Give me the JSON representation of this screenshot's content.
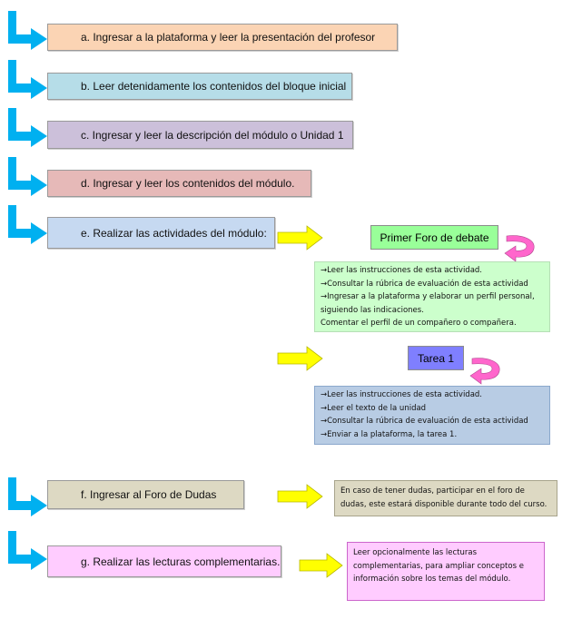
{
  "steps": {
    "a": {
      "label": "a.  Ingresar a la plataforma  y leer la presentación del profesor",
      "color": "#fbd4b4"
    },
    "b": {
      "label": "b.  Leer detenidamente los contenidos del bloque inicial",
      "color": "#b6dde8"
    },
    "c": {
      "label": "c.  Ingresar y leer la descripción del módulo o  Unidad 1",
      "color": "#ccc0da"
    },
    "d": {
      "label": "d.  Ingresar y leer los contenidos del módulo.",
      "color": "#e6b9b8"
    },
    "e": {
      "label": "e.  Realizar las actividades del módulo:",
      "color": "#c6d9f1"
    },
    "f": {
      "label": "f.   Ingresar al Foro de Dudas",
      "color": "#ddd9c3"
    },
    "g": {
      "label": "g.  Realizar las lecturas complementarias.",
      "color": "#ffccff"
    }
  },
  "foro": {
    "title": "Primer Foro de debate",
    "title_color": "#99ff99",
    "lines": [
      "→Leer las instrucciones  de esta actividad.",
      "→Consultar  la rúbrica de evaluación  de esta actividad",
      "→Ingresar a la plataforma  y elaborar  un perfil personal,",
      "siguiendo las indicaciones.",
      "Comentar el perfil de un compañero o compañera."
    ],
    "box_color": "#ccffcc"
  },
  "tarea": {
    "title": "Tarea 1",
    "title_color": "#7f7fff",
    "lines": [
      "→Leer las instrucciones  de esta actividad.",
      "→Leer el texto de la unidad",
      "→Consultar  la rúbrica de evaluación  de esta actividad",
      "→Enviar a la plataforma,  la tarea 1."
    ],
    "box_color": "#b8cce4"
  },
  "dudas": {
    "lines": [
      "En caso de tener dudas,  participar  en el foro de",
      "dudas, este estará disponible  durante todo del curso."
    ],
    "box_color": "#ddd9c3"
  },
  "lecturas": {
    "lines": [
      "Leer opcionalmente  las lecturas",
      "complementarias,  para ampliar conceptos  e",
      "información sobre los temas del módulo."
    ],
    "box_color": "#ffccff"
  },
  "colors": {
    "bent_arrow": "#00b0f0",
    "right_arrow": "#ffff00",
    "curved_arrow": "#ff66cc"
  }
}
